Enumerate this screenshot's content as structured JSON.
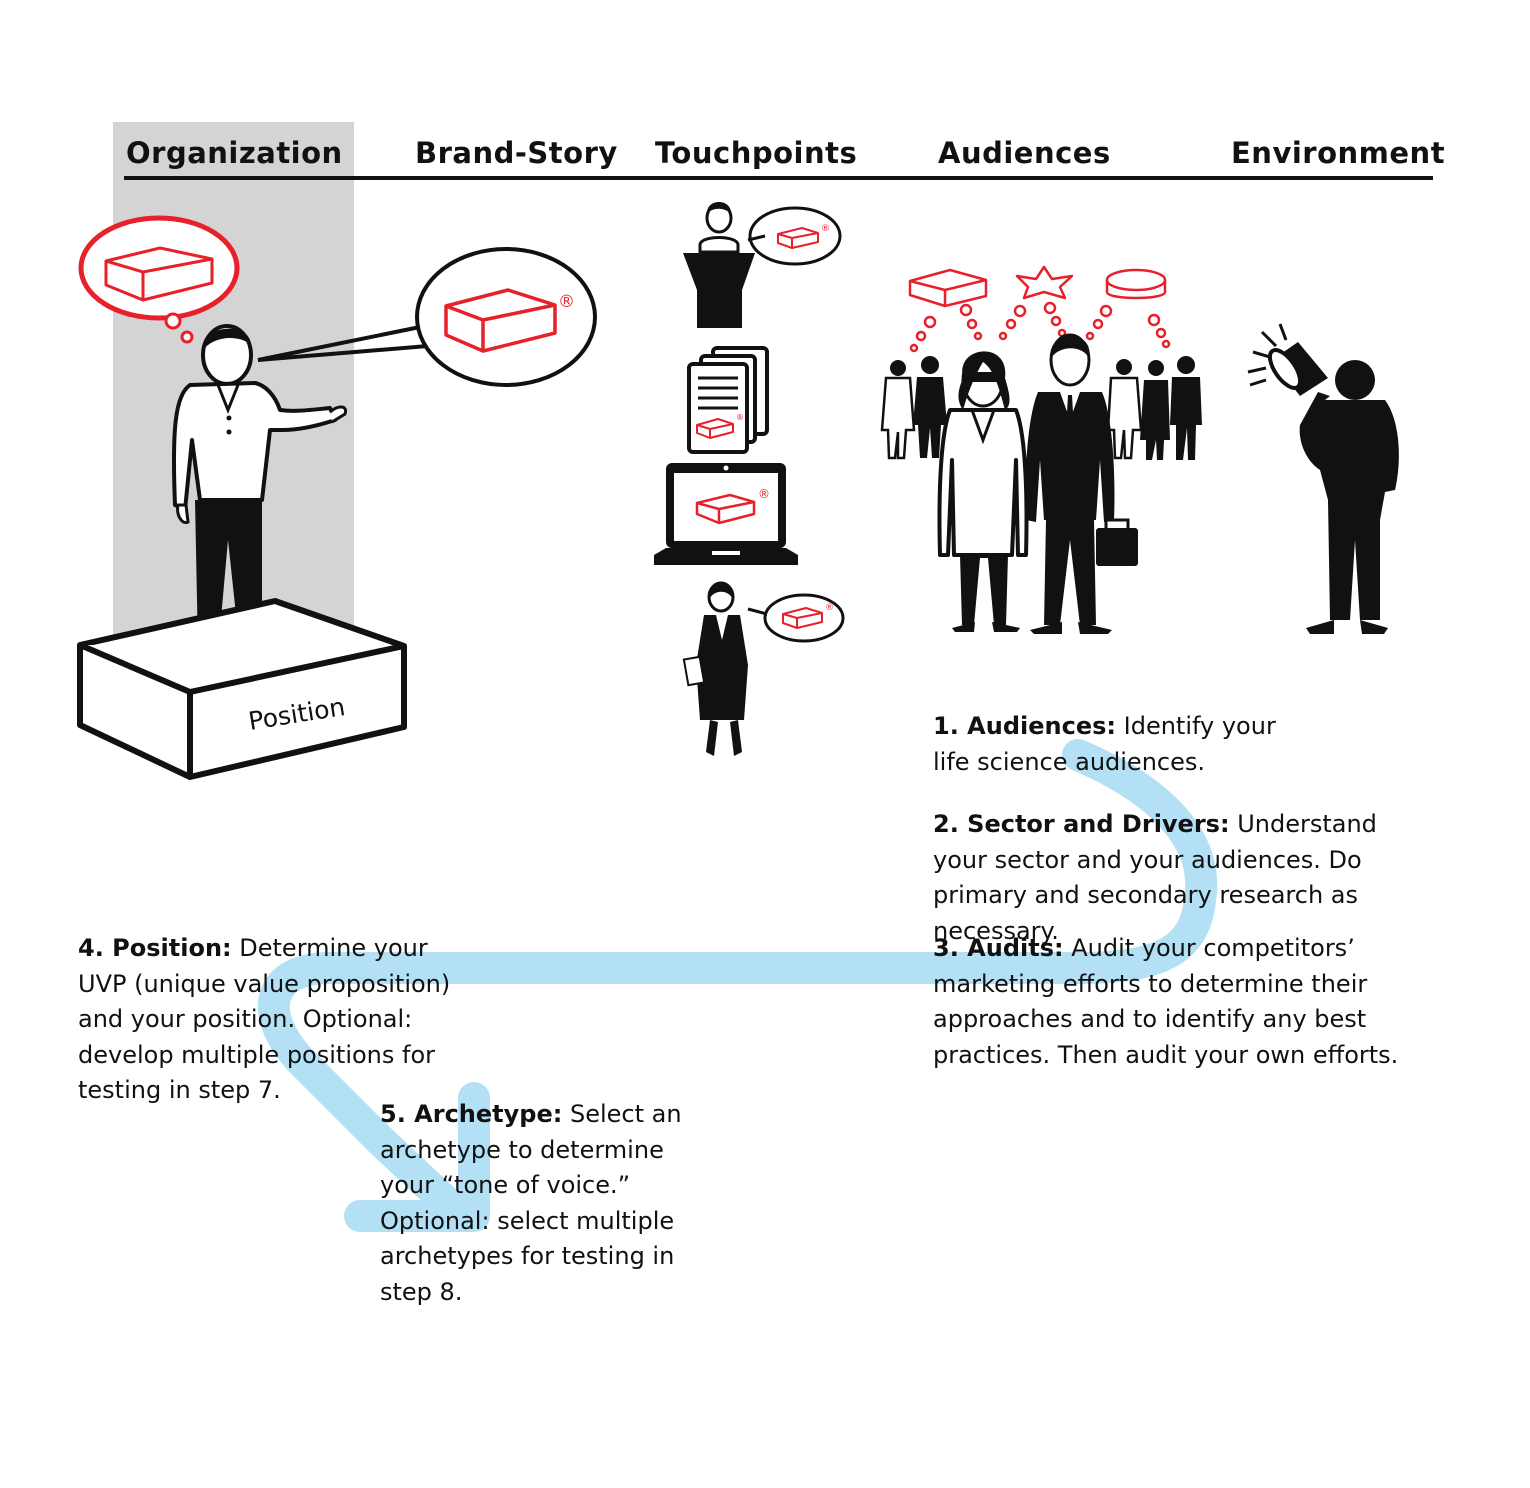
{
  "header": {
    "columns": [
      {
        "label": "Organization"
      },
      {
        "label": "Brand-Story"
      },
      {
        "label": "Touchpoints"
      },
      {
        "label": "Audiences"
      },
      {
        "label": "Environment"
      }
    ]
  },
  "pedestal": {
    "label": "Position"
  },
  "steps": [
    {
      "lead": "1. Audiences:",
      "text": " Identify your life science audiences."
    },
    {
      "lead": "2. Sector and Drivers:",
      "text": " Understand your sector and your audiences. Do primary and secondary research as necessary."
    },
    {
      "lead": "3. Audits:",
      "text": " Audit your competitors’ marketing efforts to determine their approaches and to identify any best practices. Then audit your own efforts."
    },
    {
      "lead": "4. Position:",
      "text": " Determine your UVP (unique value proposition) and your position. Optional: develop multiple positions for testing in step 7."
    },
    {
      "lead": "5. Archetype:",
      "text": " Select an archetype to determine your “tone of voice.” Optional: select multiple archetypes for testing in step 8."
    }
  ],
  "icons": {
    "registered_mark": "®",
    "brand_color": "#e8202a",
    "path_color": "#b3e0f5",
    "band_color": "#d4d4d4"
  }
}
